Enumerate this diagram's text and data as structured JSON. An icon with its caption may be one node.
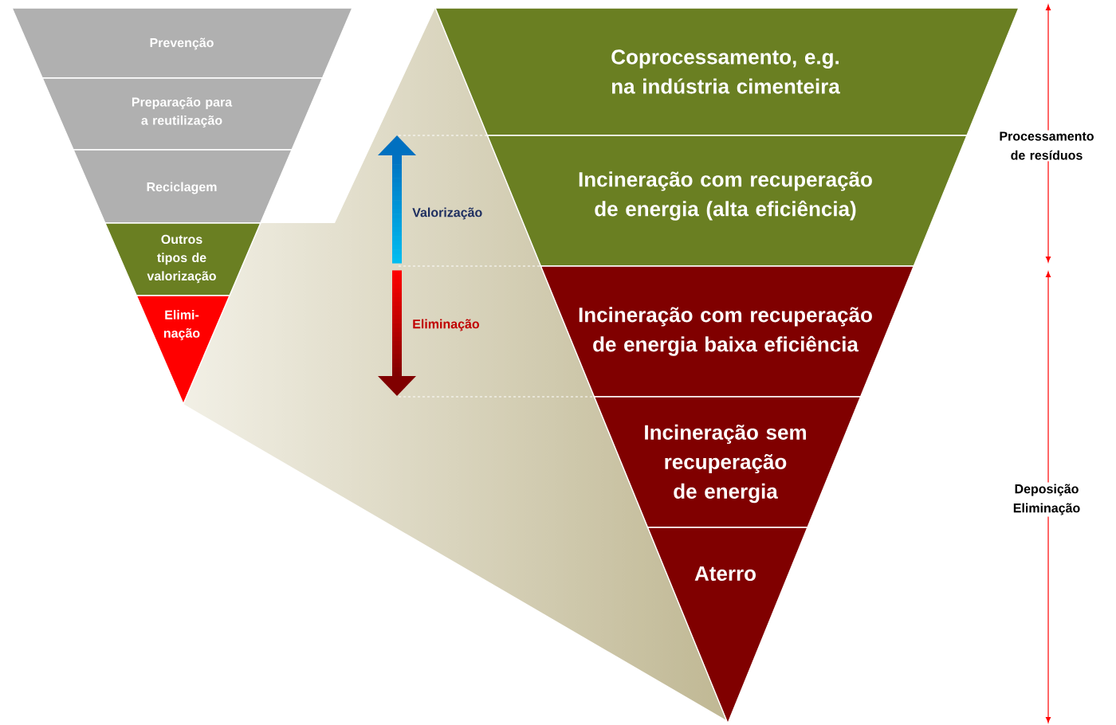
{
  "diagram": {
    "nodes": [
      {
        "text": [
          "Prevenção"
        ]
      },
      {
        "text": [
          "Preparação para a reutilização"
        ]
      },
      {
        "text": [
          "Reciclagem"
        ]
      },
      {
        "text": [
          "Outros tipos de valorização"
        ]
      },
      {
        "text": [
          "Elimi- nação"
        ]
      },
      {
        "text": [
          "Coprocessamento, e.g. na indústria cimenteira"
        ]
      },
      {
        "text": [
          "Incineração com recuperação de energia (alta eficiência)"
        ]
      },
      {
        "text": [
          "Incineração com recuperação de energia baixa eficiência"
        ]
      },
      {
        "text": [
          "Incineração sem recuperação de energia"
        ]
      },
      {
        "text": [
          "Aterro"
        ]
      }
    ],
    "edges": [],
    "labels": [
      "Valorização",
      "Eliminação",
      "Processamento de resíduos",
      "Deposição Eliminação"
    ]
  }
}
